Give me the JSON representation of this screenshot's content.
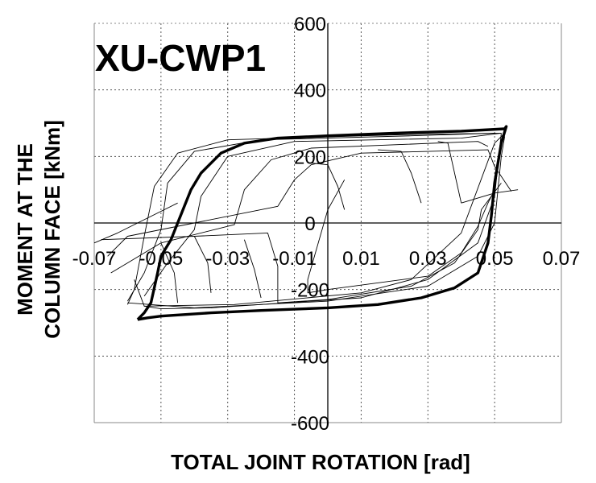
{
  "chart_data": {
    "type": "line",
    "title": "XU-CWP1",
    "xlabel": "TOTAL JOINT ROTATION [rad]",
    "ylabel_lines": [
      "MOMENT AT THE",
      "COLUMN FACE [kNm]"
    ],
    "xlim": [
      -0.07,
      0.07
    ],
    "ylim": [
      -600,
      600
    ],
    "xticks": [
      -0.07,
      -0.05,
      -0.03,
      -0.01,
      0.01,
      0.03,
      0.05,
      0.07
    ],
    "xtick_labels": [
      "-0.07",
      "-0.05",
      "-0.03",
      "-0.01",
      "0.01",
      "0.03",
      "0.05",
      "0.07"
    ],
    "yticks": [
      -600,
      -400,
      -200,
      0,
      200,
      400,
      600
    ],
    "ytick_labels": [
      "-600",
      "-400",
      "-200",
      "0",
      "200",
      "400",
      "600"
    ],
    "grid": true,
    "grid_style": "dotted",
    "legend": "none",
    "line_color": "#000000",
    "series": [
      {
        "values": [
          [
            0.005,
            130
          ],
          [
            0.0,
            40
          ],
          [
            -0.006,
            -170
          ],
          [
            -0.006,
            -210
          ],
          [
            0.0,
            -200
          ],
          [
            0.03,
            -160
          ],
          [
            0.04,
            -90
          ],
          [
            0.045,
            -10
          ],
          [
            0.048,
            60
          ],
          [
            0.05,
            100
          ]
        ]
      },
      {
        "values": [
          [
            0.055,
            95
          ],
          [
            0.05,
            170
          ],
          [
            0.048,
            220
          ],
          [
            0.01,
            210
          ],
          [
            -0.005,
            175
          ],
          [
            -0.01,
            130
          ],
          [
            -0.015,
            50
          ],
          [
            -0.06,
            -40
          ],
          [
            -0.065,
            -90
          ],
          [
            -0.066,
            -100
          ]
        ]
      },
      {
        "values": [
          [
            -0.068,
            -50
          ],
          [
            -0.04,
            -40
          ],
          [
            -0.018,
            -30
          ],
          [
            -0.015,
            -130
          ],
          [
            -0.015,
            -240
          ],
          [
            0.0,
            -230
          ],
          [
            0.025,
            -190
          ],
          [
            0.038,
            -120
          ],
          [
            0.045,
            -20
          ],
          [
            0.046,
            40
          ],
          [
            0.052,
            120
          ]
        ]
      },
      {
        "values": [
          [
            0.048,
            230
          ],
          [
            0.045,
            245
          ],
          [
            -0.005,
            225
          ],
          [
            -0.017,
            190
          ],
          [
            -0.025,
            100
          ],
          [
            -0.028,
            -5
          ],
          [
            -0.05,
            -60
          ],
          [
            -0.06,
            -120
          ],
          [
            -0.065,
            -150
          ]
        ]
      },
      {
        "values": [
          [
            -0.058,
            -170
          ],
          [
            -0.055,
            -250
          ],
          [
            -0.028,
            -245
          ],
          [
            0.01,
            -210
          ],
          [
            0.025,
            -170
          ],
          [
            0.04,
            -30
          ],
          [
            0.05,
            240
          ],
          [
            0.053,
            270
          ]
        ]
      },
      {
        "values": [
          [
            0.052,
            270
          ],
          [
            0.04,
            255
          ],
          [
            -0.01,
            245
          ],
          [
            -0.03,
            200
          ],
          [
            -0.038,
            80
          ],
          [
            -0.04,
            -20
          ],
          [
            -0.048,
            -120
          ],
          [
            -0.055,
            -220
          ]
        ]
      },
      {
        "values": [
          [
            -0.055,
            -250
          ],
          [
            -0.05,
            -258
          ],
          [
            -0.035,
            -255
          ],
          [
            0.01,
            -225
          ],
          [
            0.03,
            -170
          ],
          [
            0.045,
            -60
          ],
          [
            0.05,
            80
          ],
          [
            0.052,
            270
          ]
        ]
      },
      {
        "values": [
          [
            0.05,
            270
          ],
          [
            0.025,
            262
          ],
          [
            -0.02,
            250
          ],
          [
            -0.04,
            215
          ],
          [
            -0.048,
            120
          ],
          [
            -0.05,
            -20
          ],
          [
            -0.055,
            -150
          ],
          [
            -0.06,
            -235
          ]
        ]
      },
      {
        "values": [
          [
            -0.06,
            -240
          ],
          [
            -0.04,
            -255
          ],
          [
            0.0,
            -235
          ],
          [
            0.03,
            -190
          ],
          [
            0.045,
            -100
          ],
          [
            0.05,
            0
          ],
          [
            0.052,
            200
          ],
          [
            0.053,
            260
          ]
        ]
      },
      {
        "values": [
          [
            0.052,
            270
          ],
          [
            0.02,
            265
          ],
          [
            -0.03,
            250
          ],
          [
            -0.045,
            210
          ],
          [
            -0.052,
            110
          ],
          [
            -0.055,
            -40
          ],
          [
            -0.058,
            -200
          ],
          [
            -0.06,
            -245
          ]
        ]
      },
      {
        "values": [
          [
            -0.045,
            60
          ],
          [
            -0.055,
            10
          ],
          [
            -0.063,
            -30
          ],
          [
            -0.07,
            -60
          ]
        ]
      },
      {
        "values": [
          [
            0.04,
            60
          ],
          [
            0.05,
            90
          ],
          [
            0.057,
            100
          ]
        ]
      },
      {
        "values": [
          [
            -0.035,
            -210
          ],
          [
            -0.036,
            -120
          ],
          [
            -0.04,
            -40
          ]
        ]
      },
      {
        "values": [
          [
            0.015,
            220
          ],
          [
            0.022,
            215
          ],
          [
            0.025,
            150
          ],
          [
            0.028,
            60
          ]
        ]
      },
      {
        "values": [
          [
            0.033,
            245
          ],
          [
            0.036,
            240
          ],
          [
            0.038,
            150
          ],
          [
            0.04,
            60
          ]
        ]
      },
      {
        "values": [
          [
            -0.045,
            -240
          ],
          [
            -0.046,
            -150
          ],
          [
            -0.05,
            -60
          ]
        ]
      },
      {
        "values": [
          [
            -0.005,
            180
          ],
          [
            0.0,
            175
          ],
          [
            0.003,
            110
          ],
          [
            0.005,
            40
          ]
        ]
      },
      {
        "values": [
          [
            -0.02,
            -225
          ],
          [
            -0.022,
            -140
          ],
          [
            -0.025,
            -50
          ]
        ]
      }
    ],
    "envelope": [
      [
        -0.057,
        -290
      ],
      [
        -0.054,
        -285
      ],
      [
        -0.05,
        -280
      ],
      [
        -0.035,
        -270
      ],
      [
        -0.02,
        -263
      ],
      [
        0.0,
        -255
      ],
      [
        0.015,
        -245
      ],
      [
        0.028,
        -225
      ],
      [
        0.038,
        -195
      ],
      [
        0.045,
        -150
      ],
      [
        0.048,
        -60
      ],
      [
        0.049,
        20
      ],
      [
        0.05,
        120
      ],
      [
        0.052,
        240
      ],
      [
        0.0535,
        290
      ],
      [
        0.053,
        283
      ],
      [
        0.04,
        276
      ],
      [
        0.02,
        270
      ],
      [
        0.0,
        262
      ],
      [
        -0.015,
        255
      ],
      [
        -0.025,
        240
      ],
      [
        -0.032,
        210
      ],
      [
        -0.038,
        150
      ],
      [
        -0.041,
        100
      ],
      [
        -0.047,
        -50
      ],
      [
        -0.05,
        -100
      ],
      [
        -0.051,
        -150
      ],
      [
        -0.053,
        -240
      ],
      [
        -0.055,
        -270
      ],
      [
        -0.057,
        -290
      ]
    ]
  }
}
